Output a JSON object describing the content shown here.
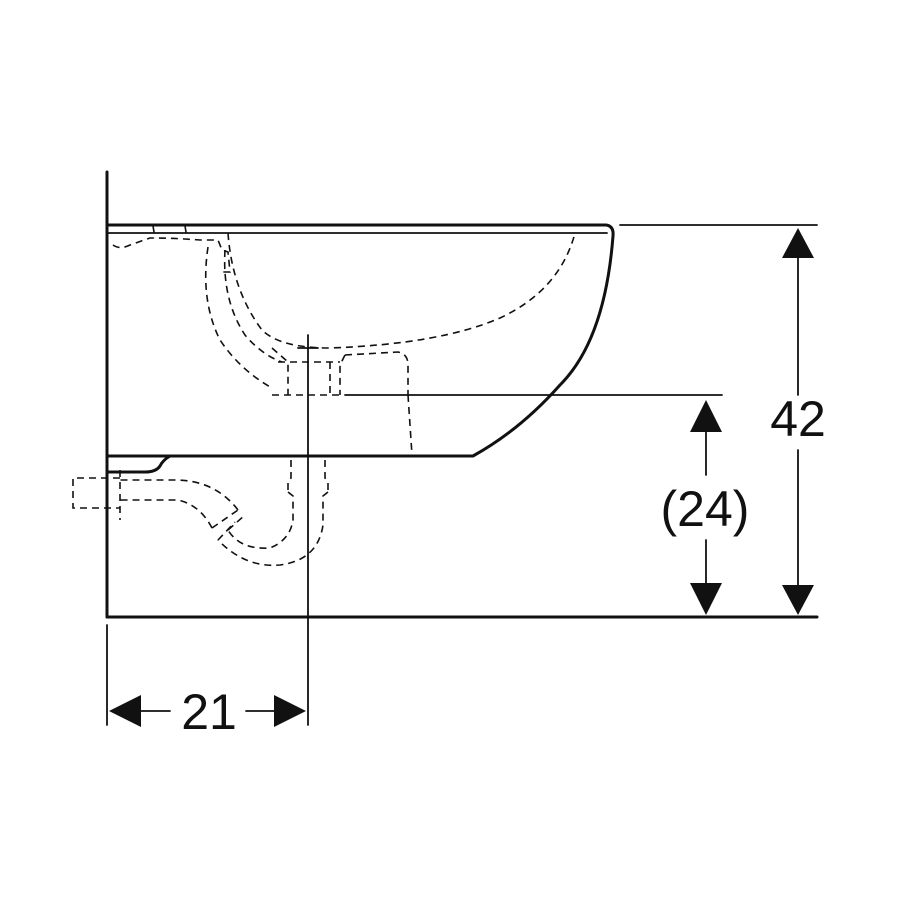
{
  "dimensions": {
    "overall_height": "42",
    "rim_height": "(24)",
    "wall_to_outlet": "21"
  }
}
